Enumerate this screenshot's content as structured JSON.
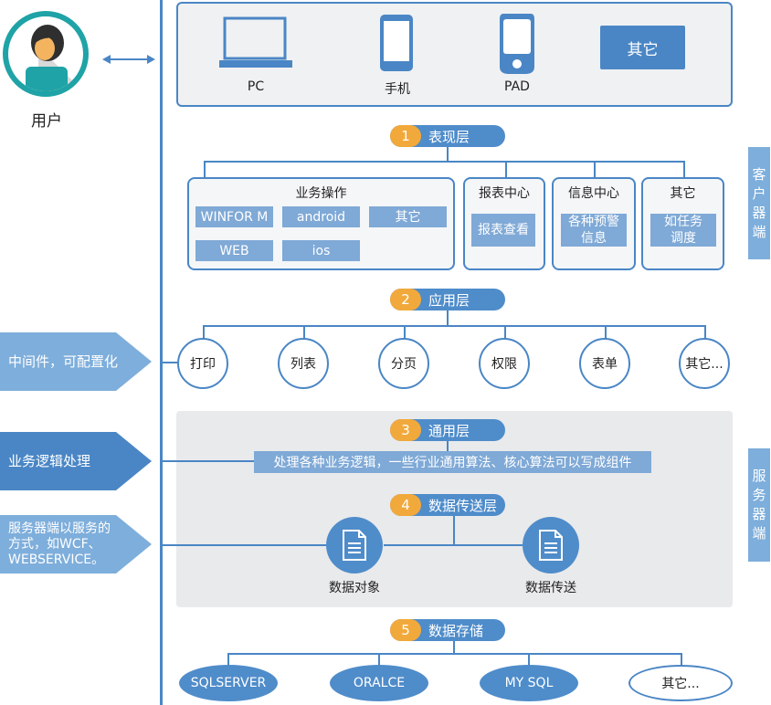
{
  "user": {
    "label": "用户"
  },
  "devices": [
    {
      "name": "PC",
      "icon": "laptop-icon"
    },
    {
      "name": "手机",
      "icon": "phone-icon"
    },
    {
      "name": "PAD",
      "icon": "tablet-icon"
    }
  ],
  "devices_other": "其它",
  "layers": [
    {
      "num": "1",
      "name": "表现层"
    },
    {
      "num": "2",
      "name": "应用层"
    },
    {
      "num": "3",
      "name": "通用层"
    },
    {
      "num": "4",
      "name": "数据传送层"
    },
    {
      "num": "5",
      "name": "数据存储"
    }
  ],
  "presentation": {
    "business": {
      "title": "业务操作",
      "items": [
        "WINFOR M",
        "android",
        "其它",
        "WEB",
        "ios"
      ]
    },
    "report": {
      "title": "报表中心",
      "item": "报表查看"
    },
    "info": {
      "title": "信息中心",
      "item": "各种预警信息"
    },
    "other": {
      "title": "其它",
      "item": "如任务调度"
    }
  },
  "application": {
    "items": [
      "打印",
      "列表",
      "分页",
      "权限",
      "表单",
      "其它..."
    ]
  },
  "common": {
    "desc": "处理各种业务逻辑，一些行业通用算法、核心算法可以写成组件"
  },
  "transfer": {
    "items": [
      "数据对象",
      "数据传送"
    ]
  },
  "storage": {
    "items": [
      "SQLSERVER",
      "ORALCE",
      "MY SQL",
      "其它..."
    ]
  },
  "left_notes": [
    "中间件，可配置化",
    "业务逻辑处理",
    "服务器端以服务的方式，如WCF、WEBSERVICE。"
  ],
  "right_tags": [
    "客户器端",
    "服务器端"
  ],
  "colors": {
    "accent": "#4a86c5",
    "chip": "#7fa9d6",
    "number": "#f2a93b",
    "panel": "#e9eaec"
  }
}
